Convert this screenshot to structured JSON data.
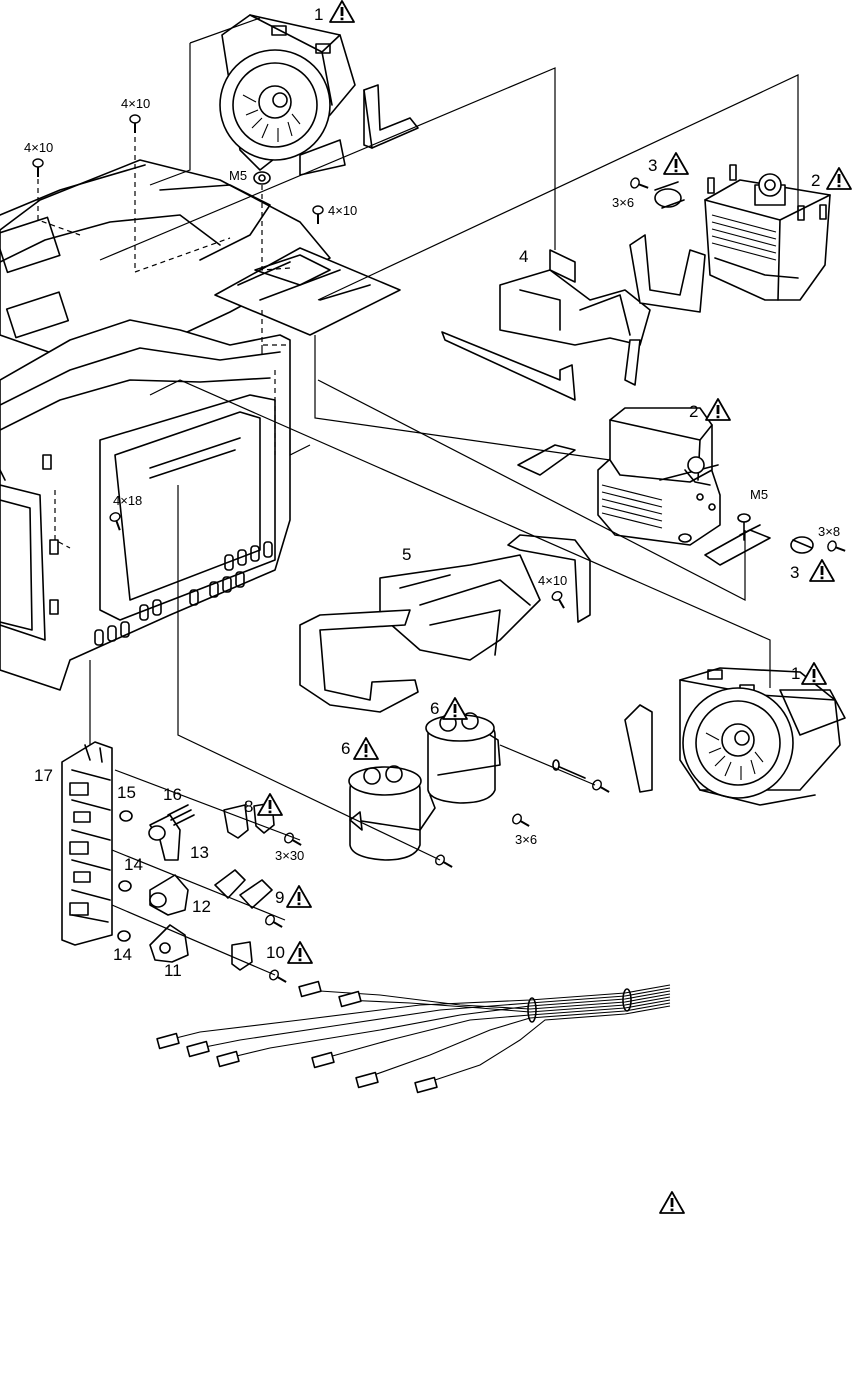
{
  "warning_icon": "warning-triangle-icon",
  "callouts": {
    "p1_top": "1",
    "p2_top": "2",
    "p3_top": "3",
    "p4": "4",
    "p2_mid": "2",
    "p3_mid": "3",
    "p5": "5",
    "p1_right": "1",
    "p6_left": "6",
    "p6_right": "6",
    "p17": "17",
    "p15": "15",
    "p16": "16",
    "p8": "8",
    "p13": "13",
    "p14_a": "14",
    "p12": "12",
    "p9": "9",
    "p14_b": "14",
    "p11": "11",
    "p10": "10"
  },
  "fasteners": {
    "s_4x10_a": "4×10",
    "s_4x10_b": "4×10",
    "s_4x10_c": "4×10",
    "s_m5_a": "M5",
    "s_3x6_a": "3×6",
    "s_4x18": "4×18",
    "s_m5_b": "M5",
    "s_3x8": "3×8",
    "s_4x10_d": "4×10",
    "s_3x6_b": "3×6",
    "s_3x30": "3×30"
  },
  "legend": {
    "icon": "warning-triangle-icon"
  }
}
